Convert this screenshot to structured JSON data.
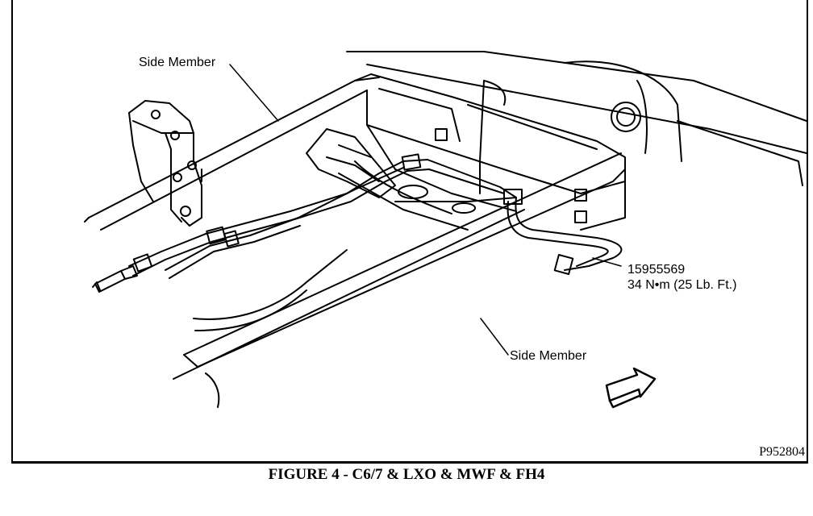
{
  "callouts": {
    "side_member_top": "Side Member",
    "side_member_bottom": "Side Member",
    "part_number": "15955569",
    "torque_spec": "34 N•m (25 Lb. Ft.)"
  },
  "figure_code": "P952804",
  "caption": "FIGURE 4 - C6/7 & LXO & MWF & FH4",
  "icons": [
    "direction-arrow-icon"
  ]
}
